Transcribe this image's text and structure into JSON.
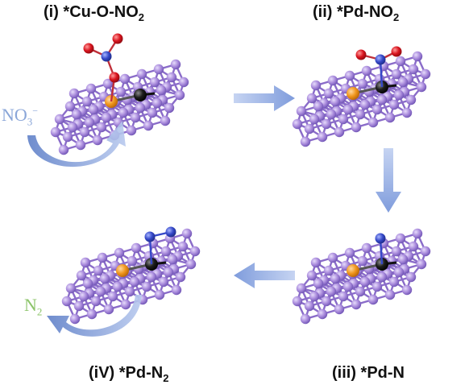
{
  "panels": {
    "p1": {
      "prefix": "(i) *Cu-O-NO",
      "sub": "2"
    },
    "p2": {
      "prefix": "(ii) *Pd-NO",
      "sub": "2"
    },
    "p3": {
      "prefix": "(iii) *Pd-N",
      "sub": ""
    },
    "p4": {
      "prefix": "(iV) *Pd-N",
      "sub": "2"
    }
  },
  "species": {
    "nitrate": {
      "base": "NO",
      "sub": "3",
      "sup": "−"
    },
    "nitrogen": {
      "base": "N",
      "sub": "2"
    }
  },
  "colors": {
    "lattice": "#9b7fd4",
    "lattice_dark": "#7a5cc0",
    "bond": "#8a6cc9",
    "cu_atom": "#f0961c",
    "pd_atom": "#1a1a1a",
    "oxygen": "#d8141e",
    "nitrogen_atom": "#3548c8",
    "flow_arrow": "#8fa8e0",
    "nitrate_label": "#8aa6d8",
    "n2_label": "#8cc46a",
    "curved_arrow": "#6f8fce"
  }
}
